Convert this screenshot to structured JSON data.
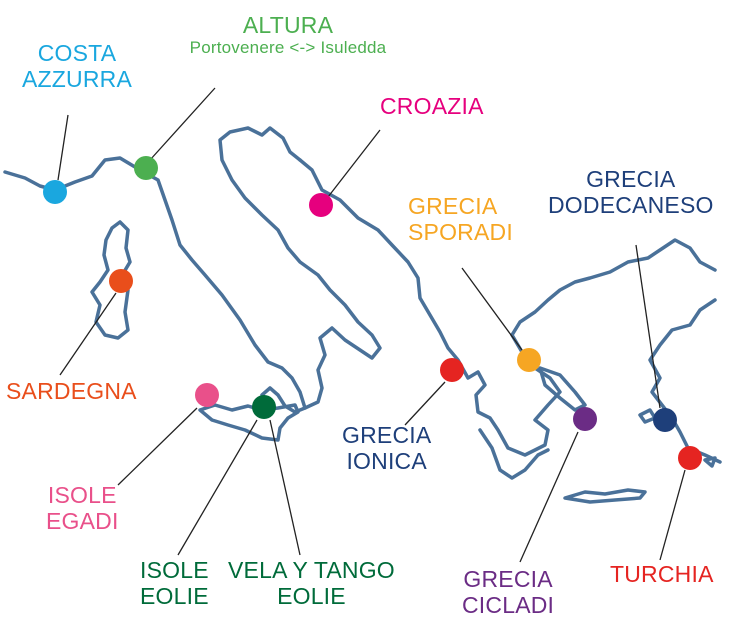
{
  "colors": {
    "coastline": "#4a7199",
    "leader": "#222222"
  },
  "destinations": [
    {
      "id": "costa-azzurra",
      "lines": [
        "COSTA",
        "AZZURRA"
      ],
      "color": "#1aa7df"
    },
    {
      "id": "altura",
      "lines": [
        "ALTURA"
      ],
      "subtitle": "Portovenere <-> Isuledda",
      "color": "#4caf50"
    },
    {
      "id": "croazia",
      "lines": [
        "CROAZIA"
      ],
      "color": "#e6007e"
    },
    {
      "id": "sardegna",
      "lines": [
        "SARDEGNA"
      ],
      "color": "#e94e1b"
    },
    {
      "id": "isole-egadi",
      "lines": [
        "ISOLE",
        "EGADI"
      ],
      "color": "#e9508a"
    },
    {
      "id": "isole-eolie",
      "lines": [
        "ISOLE",
        "EOLIE"
      ],
      "color": "#006b3a"
    },
    {
      "id": "vela-y-tango-eolie",
      "lines": [
        "VELA Y TANGO",
        "EOLIE"
      ],
      "color": "#006b3a"
    },
    {
      "id": "grecia-ionica",
      "lines": [
        "GRECIA",
        "IONICA"
      ],
      "color": "#1e3f7a"
    },
    {
      "id": "grecia-sporadi",
      "lines": [
        "GRECIA",
        "SPORADI"
      ],
      "color": "#f6a623"
    },
    {
      "id": "grecia-cicladi",
      "lines": [
        "GRECIA",
        "CICLADI"
      ],
      "color": "#6b2c85"
    },
    {
      "id": "grecia-dodecaneso",
      "lines": [
        "GRECIA",
        "DODECANESO"
      ],
      "color": "#1e3f7a"
    },
    {
      "id": "turchia",
      "lines": [
        "TURCHIA"
      ],
      "color": "#e52421"
    }
  ]
}
